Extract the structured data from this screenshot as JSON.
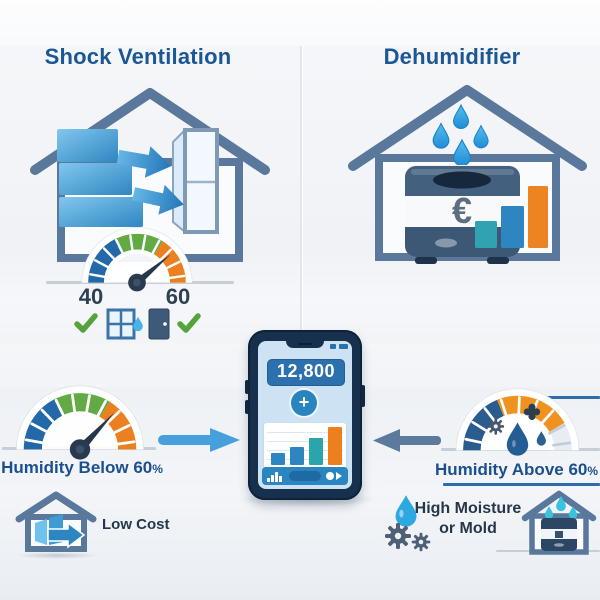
{
  "left_section": {
    "title": "Shock Ventilation",
    "gauge": {
      "min": "40",
      "max": "60"
    },
    "checklist_icons": [
      "check-icon",
      "window-icon",
      "droplet-icon",
      "door-icon",
      "check-icon"
    ],
    "flow": {
      "label": "Humidity Below 60",
      "suffix": "%"
    },
    "benefit": {
      "label": "Low Cost"
    }
  },
  "right_section": {
    "title": "Dehumidifier",
    "device": {
      "currency_symbol": "€"
    },
    "cost_chart": {
      "type": "bar",
      "values": [
        27,
        42,
        62
      ],
      "colors": [
        "#2fa3b1",
        "#2e86c1",
        "#ee8322"
      ]
    },
    "flow": {
      "label": "Humidity Above 60",
      "suffix": "%"
    },
    "warning": {
      "line1": "High Moisture",
      "line2": "or Mold"
    }
  },
  "phone": {
    "reading": "12,800",
    "plus_button": "+",
    "chart": {
      "type": "bar",
      "values": [
        12,
        18,
        27,
        38
      ],
      "colors": [
        "#2e86c1",
        "#2e86c1",
        "#2aa4ad",
        "#ee7f1e"
      ]
    }
  },
  "colors": {
    "title_blue": "#1c5795",
    "slate_outline": "#5a789c",
    "gauge_blue": "#2368a8",
    "gauge_green": "#62aa43",
    "gauge_orange": "#ec7f1f",
    "check_green": "#55a33a",
    "accent_blue": "#2e86c1",
    "phone_navy": "#16304d"
  }
}
